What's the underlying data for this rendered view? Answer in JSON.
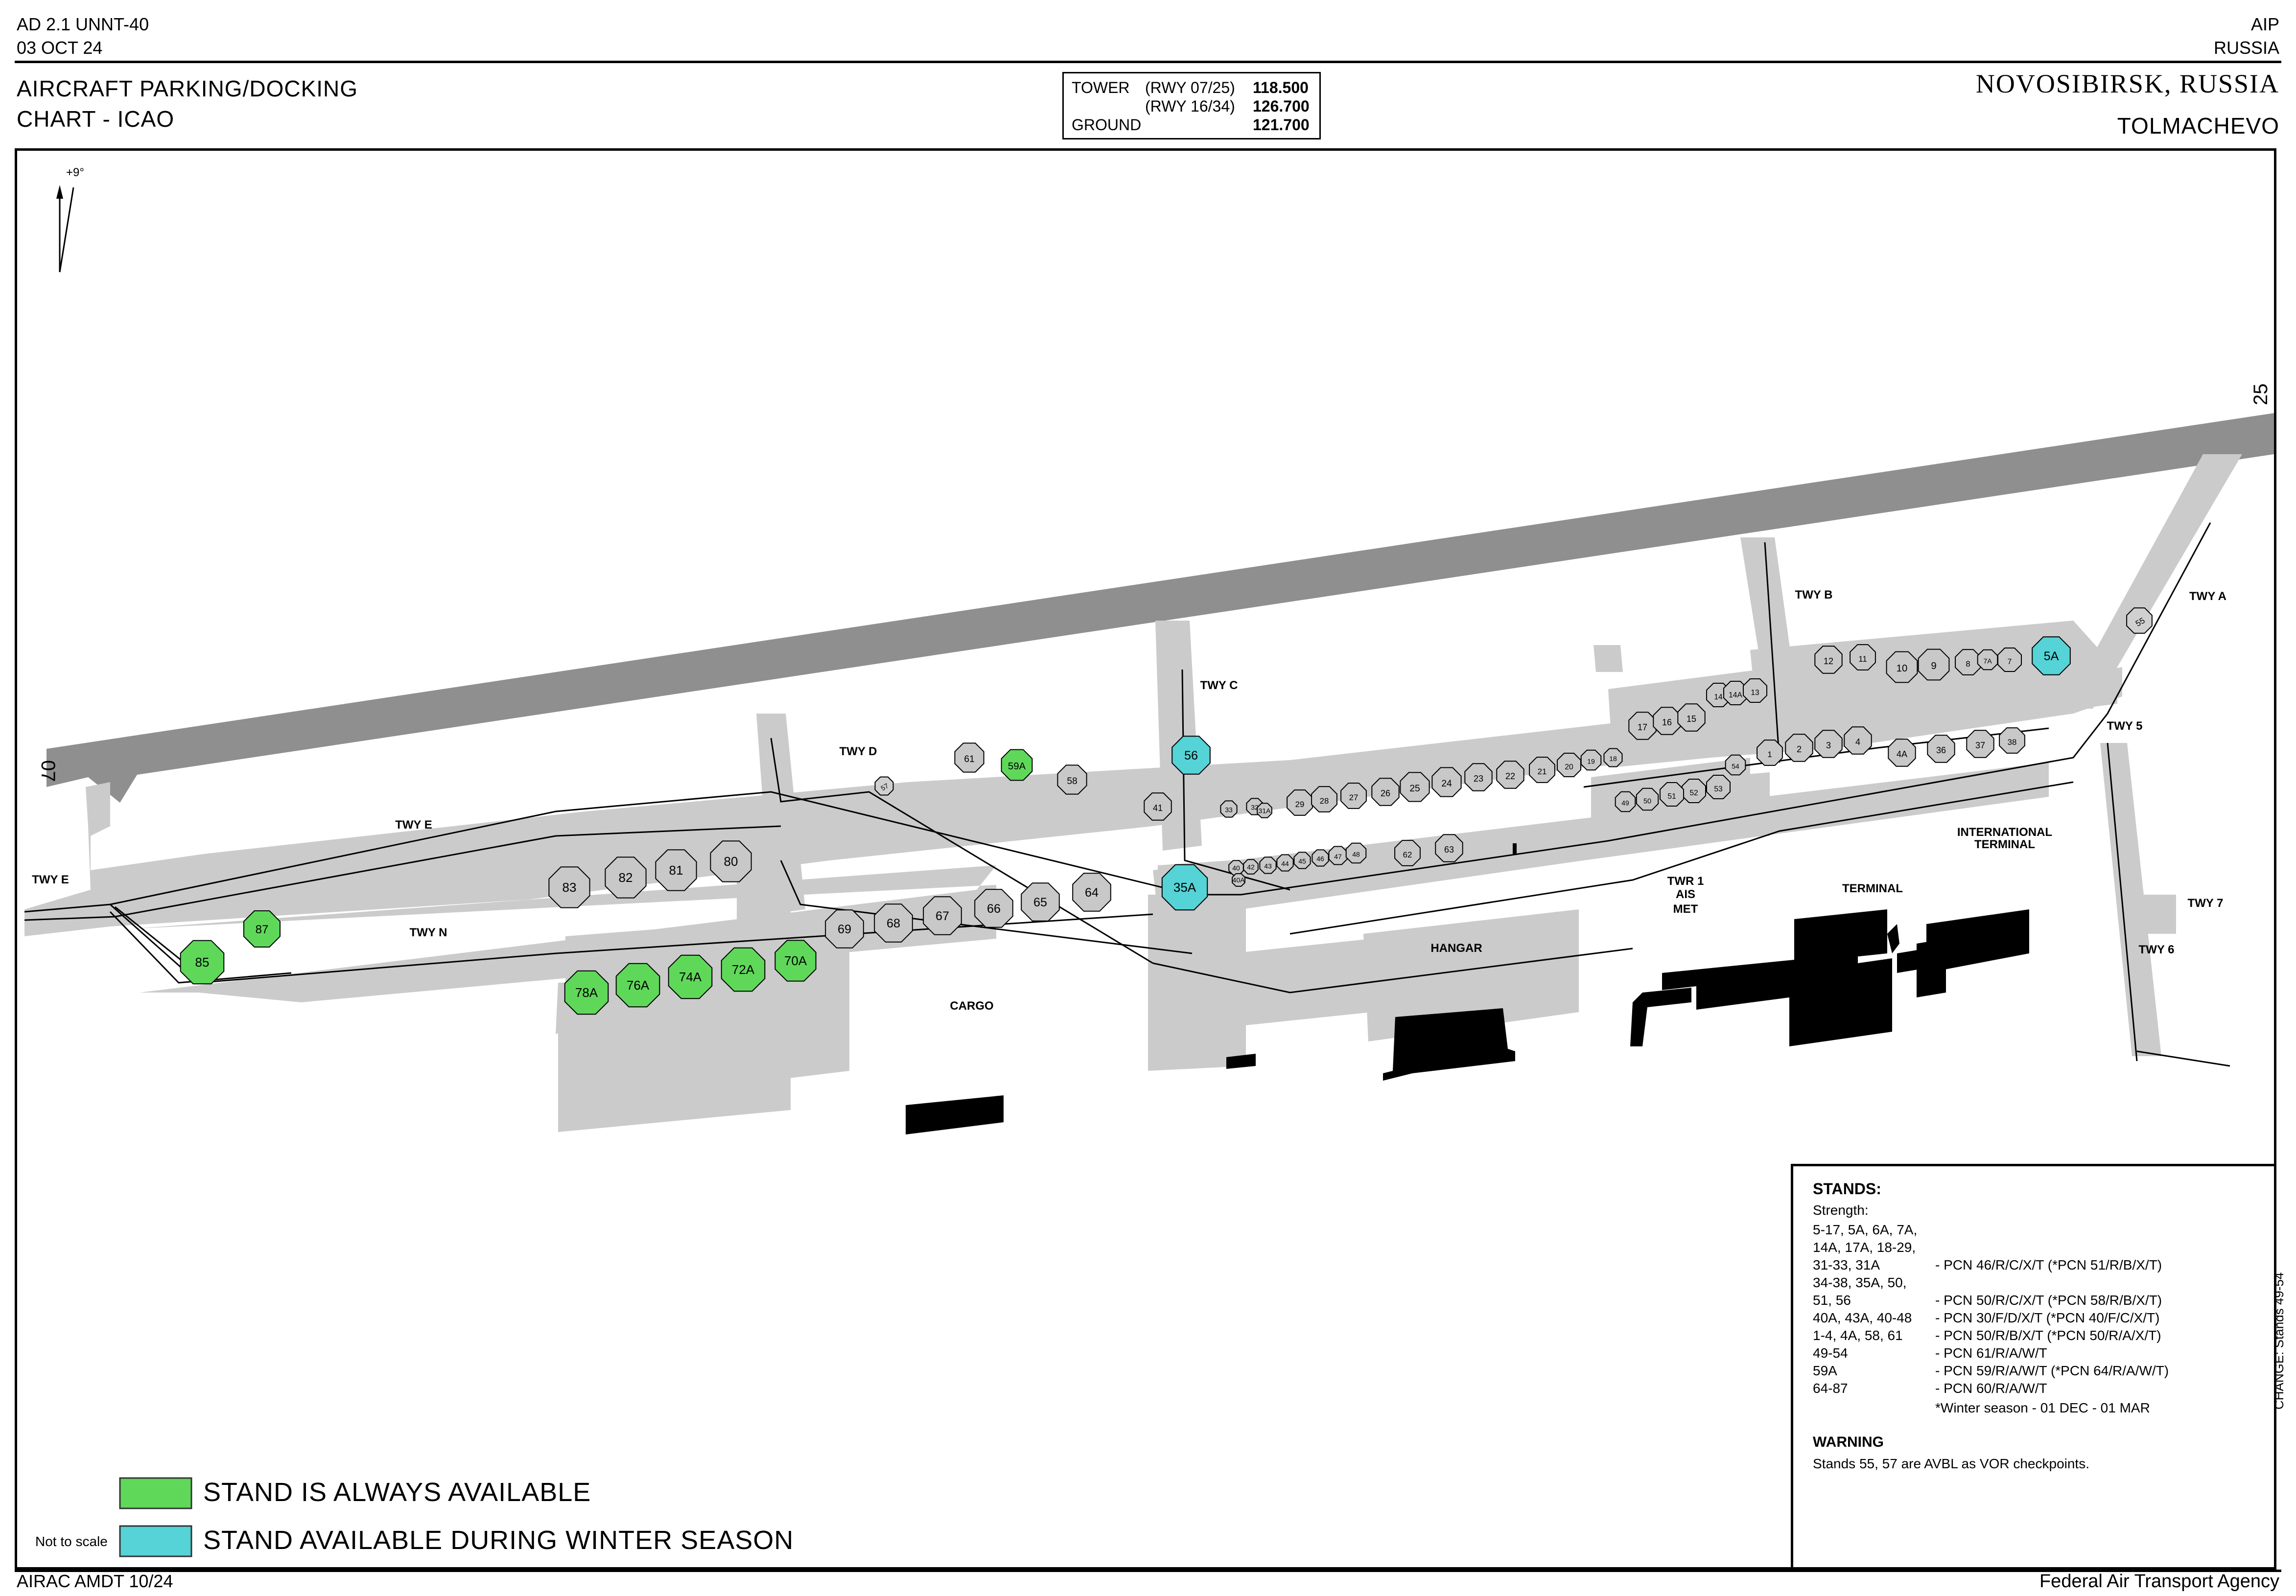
{
  "header": {
    "doc_id": "AD 2.1 UNNT-40",
    "date": "03 OCT 24",
    "aip": "AIP",
    "country": "RUSSIA"
  },
  "title": {
    "line1": "AIRCRAFT PARKING/DOCKING",
    "line2": "CHART - ICAO"
  },
  "frequencies": [
    {
      "label": "TOWER",
      "rwy": "(RWY 07/25)",
      "value": "118.500"
    },
    {
      "label": "",
      "rwy": "(RWY 16/34)",
      "value": "126.700"
    },
    {
      "label": "GROUND",
      "rwy": "",
      "value": "121.700"
    }
  ],
  "location": "NOVOSIBIRSK, RUSSIA",
  "aerodrome": "TOLMACHEVO",
  "map": {
    "variation": "+9°",
    "runway_ends": [
      "07",
      "25"
    ],
    "taxiways": [
      "TWY E",
      "TWY E",
      "TWY N",
      "TWY D",
      "TWY C",
      "TWY B",
      "TWY A",
      "TWY 5",
      "TWY 7",
      "TWY 6"
    ],
    "buildings": [
      "CARGO",
      "HANGAR",
      "TWR 1",
      "AIS",
      "MET",
      "TERMINAL",
      "INTERNATIONAL",
      "TERMINAL"
    ],
    "stands_grey": [
      "83",
      "82",
      "81",
      "80",
      "69",
      "68",
      "67",
      "66",
      "65",
      "64",
      "61",
      "58",
      "41",
      "33",
      "32",
      "31A",
      "29",
      "28",
      "27",
      "26",
      "25",
      "24",
      "23",
      "22",
      "21",
      "20",
      "19",
      "18",
      "17",
      "16",
      "15",
      "14",
      "14A",
      "13",
      "12",
      "11",
      "10",
      "9",
      "8",
      "7A",
      "7",
      "1",
      "2",
      "3",
      "4",
      "4A",
      "36",
      "37",
      "38",
      "54",
      "53",
      "52",
      "51",
      "50",
      "49",
      "40",
      "40A",
      "42",
      "43",
      "44",
      "45",
      "46",
      "47",
      "48",
      "62",
      "63"
    ],
    "stands_green": [
      "85",
      "87",
      "78A",
      "76A",
      "74A",
      "72A",
      "70A",
      "59A"
    ],
    "stands_cyan": [
      "56",
      "35A",
      "5A"
    ],
    "vor_stands": [
      "57",
      "55"
    ],
    "colors": {
      "runway": "#8f8f8f",
      "apron": "#cbcbcb",
      "always": "#5fd85a",
      "winter": "#55d3d6",
      "building": "#000000"
    }
  },
  "legend": {
    "always": "STAND IS ALWAYS AVAILABLE",
    "winter": "STAND AVAILABLE DURING WINTER SEASON",
    "scale": "Not to scale"
  },
  "stands_table": {
    "heading": "STANDS:",
    "strength": "Strength:",
    "rows": [
      {
        "stands": "5-17, 5A, 6A, 7A,\n14A, 17A, 18-29,\n31-33, 31A",
        "pcn": "- PCN 46/R/C/X/T (*PCN 51/R/B/X/T)"
      },
      {
        "stands": "34-38, 35A, 50,\n51, 56",
        "pcn": "- PCN 50/R/C/X/T (*PCN 58/R/B/X/T)"
      },
      {
        "stands": "40A, 43A, 40-48",
        "pcn": "- PCN 30/F/D/X/T (*PCN 40/F/C/X/T)"
      },
      {
        "stands": "1-4, 4A, 58, 61",
        "pcn": "- PCN 50/R/B/X/T (*PCN 50/R/A/X/T)"
      },
      {
        "stands": "49-54",
        "pcn": "- PCN 61/R/A/W/T"
      },
      {
        "stands": "59A",
        "pcn": "- PCN 59/R/A/W/T (*PCN 64/R/A/W/T)"
      },
      {
        "stands": "64-87",
        "pcn": "- PCN 60/R/A/W/T"
      }
    ],
    "winter_note": "*Winter season - 01 DEC - 01 MAR",
    "warning_heading": "WARNING",
    "warning_text": "Stands 55, 57 are AVBL as VOR checkpoints."
  },
  "change_note": "CHANGE: Stands 49-54",
  "footer": {
    "airac": "AIRAC AMDT 10/24",
    "agency": "Federal Air Transport Agency"
  }
}
